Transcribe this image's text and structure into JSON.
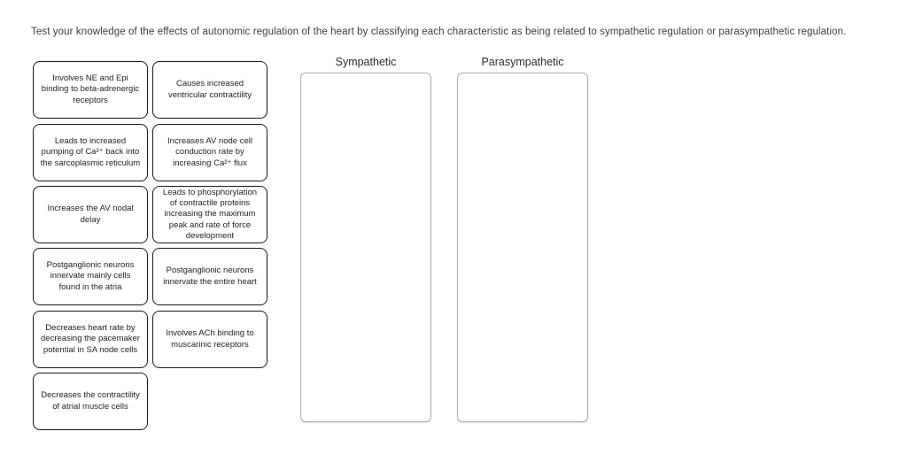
{
  "instruction": "Test your knowledge of the effects of autonomic regulation of the heart by classifying each characteristic as being related to sympathetic regulation or parasympathetic regulation.",
  "cards": [
    {
      "text": "Involves NE and Epi binding to beta-adrenergic receptors"
    },
    {
      "text": "Causes increased ventricular contractility"
    },
    {
      "text": "Leads to increased pumping of Ca²⁺ back into the sarcoplasmic reticulum"
    },
    {
      "text": "Increases AV node cell conduction rate by increasing Ca²⁺ flux"
    },
    {
      "text": "Increases the AV nodal delay"
    },
    {
      "text": "Leads to phosphorylation of contractile proteins increasing the maximum peak and rate of force development"
    },
    {
      "text": "Postganglionic neurons innervate mainly cells found in the atria"
    },
    {
      "text": "Postganglionic neurons innervate the entire heart"
    },
    {
      "text": "Decreases heart rate by decreasing the pacemaker potential in SA node cells"
    },
    {
      "text": "Involves ACh binding to muscarinic receptors"
    },
    {
      "text": "Decreases the contractility of atrial muscle cells"
    }
  ],
  "bins": [
    {
      "label": "Sympathetic"
    },
    {
      "label": "Parasympathetic"
    }
  ],
  "colors": {
    "card_border": "#1a1a1a",
    "bin_border": "#b0b0b0",
    "text": "#222222",
    "background": "#ffffff"
  }
}
